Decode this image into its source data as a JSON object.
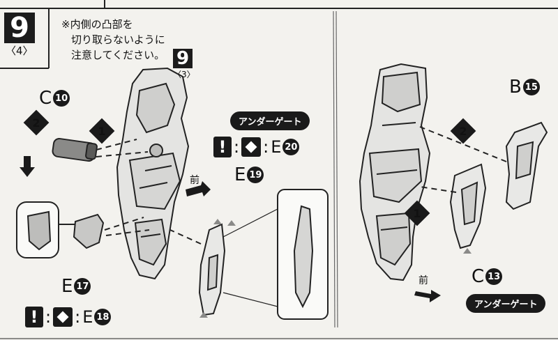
{
  "step": {
    "number": "9",
    "sub": "〈4〉"
  },
  "note": {
    "line1": "※内側の凸部を",
    "line2": "切り取らないように",
    "line3": "注意してください。"
  },
  "ref_step": {
    "number": "9",
    "sub": "〈3〉"
  },
  "markers": {
    "one": "1",
    "two": "2"
  },
  "labels": {
    "c": "C",
    "c_num": "10",
    "e19": "E",
    "e19_num": "19",
    "e17": "E",
    "e17_num": "17",
    "b": "B",
    "b_num": "15",
    "c13": "C",
    "c13_num": "13"
  },
  "under_gate": "アンダーゲート",
  "front": "前",
  "warn": {
    "bang": "!",
    "colon": ":",
    "top_letter": "E",
    "top_num": "20",
    "bottom_letter": "E",
    "bottom_num": "18"
  },
  "colors": {
    "ink": "#111111",
    "paper": "#f3f2ee",
    "part_fill": "#d8d8d6"
  }
}
